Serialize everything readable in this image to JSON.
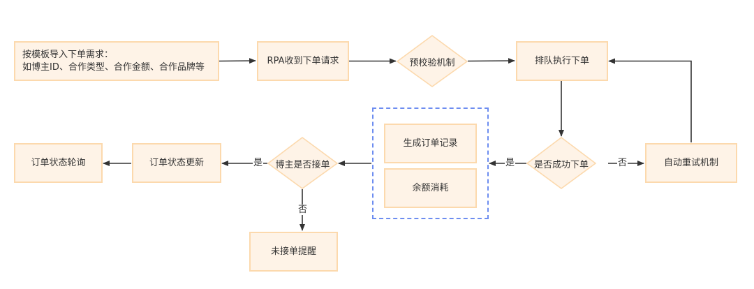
{
  "diagram": {
    "type": "flowchart",
    "colors": {
      "node_fill": "#fef3e7",
      "node_border": "#fcd9ad",
      "edge": "#333333",
      "group_border": "#6d8df0",
      "text": "#333333"
    },
    "nodes": {
      "import": {
        "shape": "rect",
        "label_line1": "按模板导入下单需求：",
        "label_line2": "如博主ID、合作类型、合作金额、合作品牌等"
      },
      "rpa_receive": {
        "shape": "rect",
        "label": "RPA收到下单请求"
      },
      "pre_check": {
        "shape": "diamond",
        "label": "预校验机制"
      },
      "queue_order": {
        "shape": "rect",
        "label": "排队执行下单"
      },
      "order_success": {
        "shape": "diamond",
        "label": "是否成功下单"
      },
      "auto_retry": {
        "shape": "rect",
        "label": "自动重试机制"
      },
      "gen_record": {
        "shape": "rect",
        "label": "生成订单记录"
      },
      "balance_consume": {
        "shape": "rect",
        "label": "余额消耗"
      },
      "blogger_accept": {
        "shape": "diamond",
        "label": "博主是否接单"
      },
      "status_update": {
        "shape": "rect",
        "label": "订单状态更新"
      },
      "status_poll": {
        "shape": "rect",
        "label": "订单状态轮询"
      },
      "not_accepted_alert": {
        "shape": "rect",
        "label": "未接单提醒"
      }
    },
    "groups": [
      {
        "id": "order_result_group",
        "members": [
          "gen_record",
          "balance_consume"
        ],
        "style": "dashed"
      }
    ],
    "edges": [
      {
        "from": "import",
        "to": "rpa_receive",
        "label": ""
      },
      {
        "from": "rpa_receive",
        "to": "pre_check",
        "label": ""
      },
      {
        "from": "pre_check",
        "to": "queue_order",
        "label": ""
      },
      {
        "from": "queue_order",
        "to": "order_success",
        "label": ""
      },
      {
        "from": "order_success",
        "to": "order_result_group",
        "label": "是"
      },
      {
        "from": "order_success",
        "to": "auto_retry",
        "label": "否"
      },
      {
        "from": "auto_retry",
        "to": "queue_order",
        "label": ""
      },
      {
        "from": "order_result_group",
        "to": "blogger_accept",
        "label": ""
      },
      {
        "from": "blogger_accept",
        "to": "status_update",
        "label": "是"
      },
      {
        "from": "blogger_accept",
        "to": "not_accepted_alert",
        "label": "否"
      },
      {
        "from": "status_update",
        "to": "status_poll",
        "label": ""
      }
    ],
    "edge_labels": {
      "yes_success": "是",
      "no_success": "否",
      "yes_accept": "是",
      "no_accept": "否"
    }
  }
}
